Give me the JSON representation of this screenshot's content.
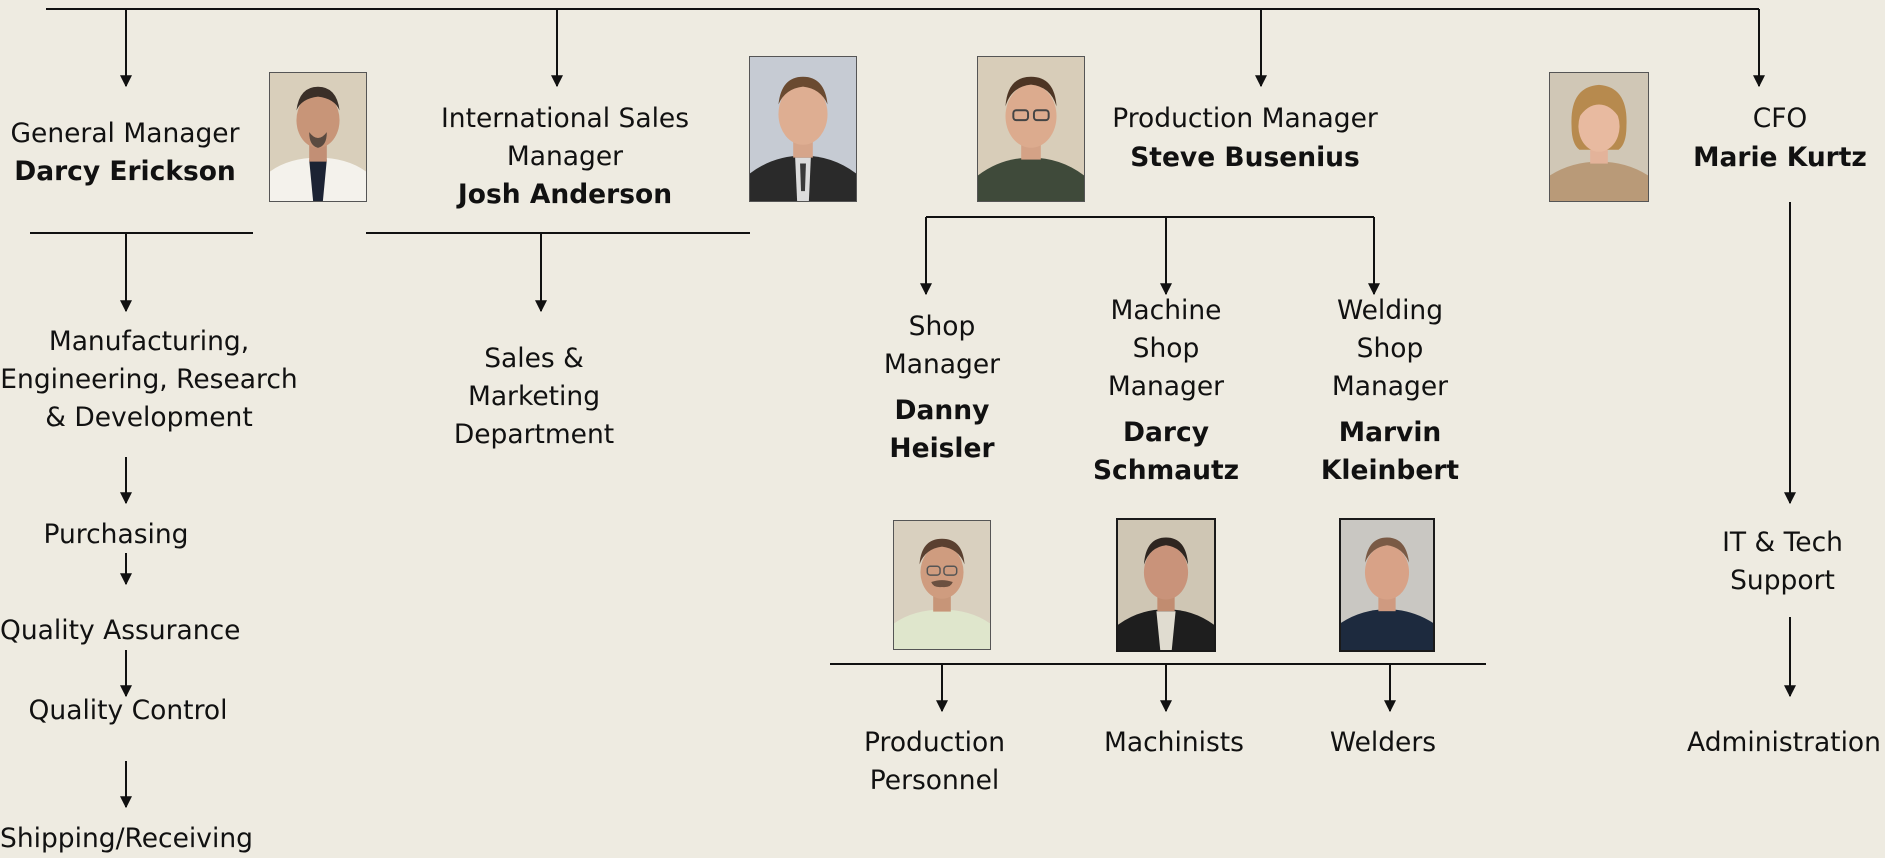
{
  "executives": {
    "general_manager": {
      "title": "General Manager",
      "name": "Darcy Erickson"
    },
    "intl_sales_manager": {
      "title_line1": "International Sales",
      "title_line2": "Manager",
      "name": "Josh Anderson"
    },
    "production_manager": {
      "title": "Production Manager",
      "name": "Steve Busenius"
    },
    "cfo": {
      "title": "CFO",
      "name": "Marie Kurtz"
    }
  },
  "shop_managers": {
    "shop": {
      "title_line1": "Shop",
      "title_line2": "Manager",
      "name_line1": "Danny",
      "name_line2": "Heisler"
    },
    "machine": {
      "title_line1": "Machine",
      "title_line2": "Shop",
      "title_line3": "Manager",
      "name_line1": "Darcy",
      "name_line2": "Schmautz"
    },
    "welding": {
      "title_line1": "Welding",
      "title_line2": "Shop",
      "title_line3": "Manager",
      "name_line1": "Marvin",
      "name_line2": "Kleinbert"
    }
  },
  "departments": {
    "mfg_line1": "Manufacturing,",
    "mfg_line2": "Engineering, Research",
    "mfg_line3": "& Development",
    "purchasing": "Purchasing",
    "quality_assurance": "Quality Assurance",
    "quality_control": "Quality Control",
    "shipping": "Shipping/Receiving",
    "sales_line1": "Sales &",
    "sales_line2": "Marketing",
    "sales_line3": "Department",
    "production_personnel_line1": "Production",
    "production_personnel_line2": "Personnel",
    "machinists": "Machinists",
    "welders": "Welders",
    "it_line1": "IT & Tech",
    "it_line2": "Support",
    "administration": "Administration"
  },
  "colors": {
    "background": "#eeebe1",
    "line": "#111111"
  }
}
